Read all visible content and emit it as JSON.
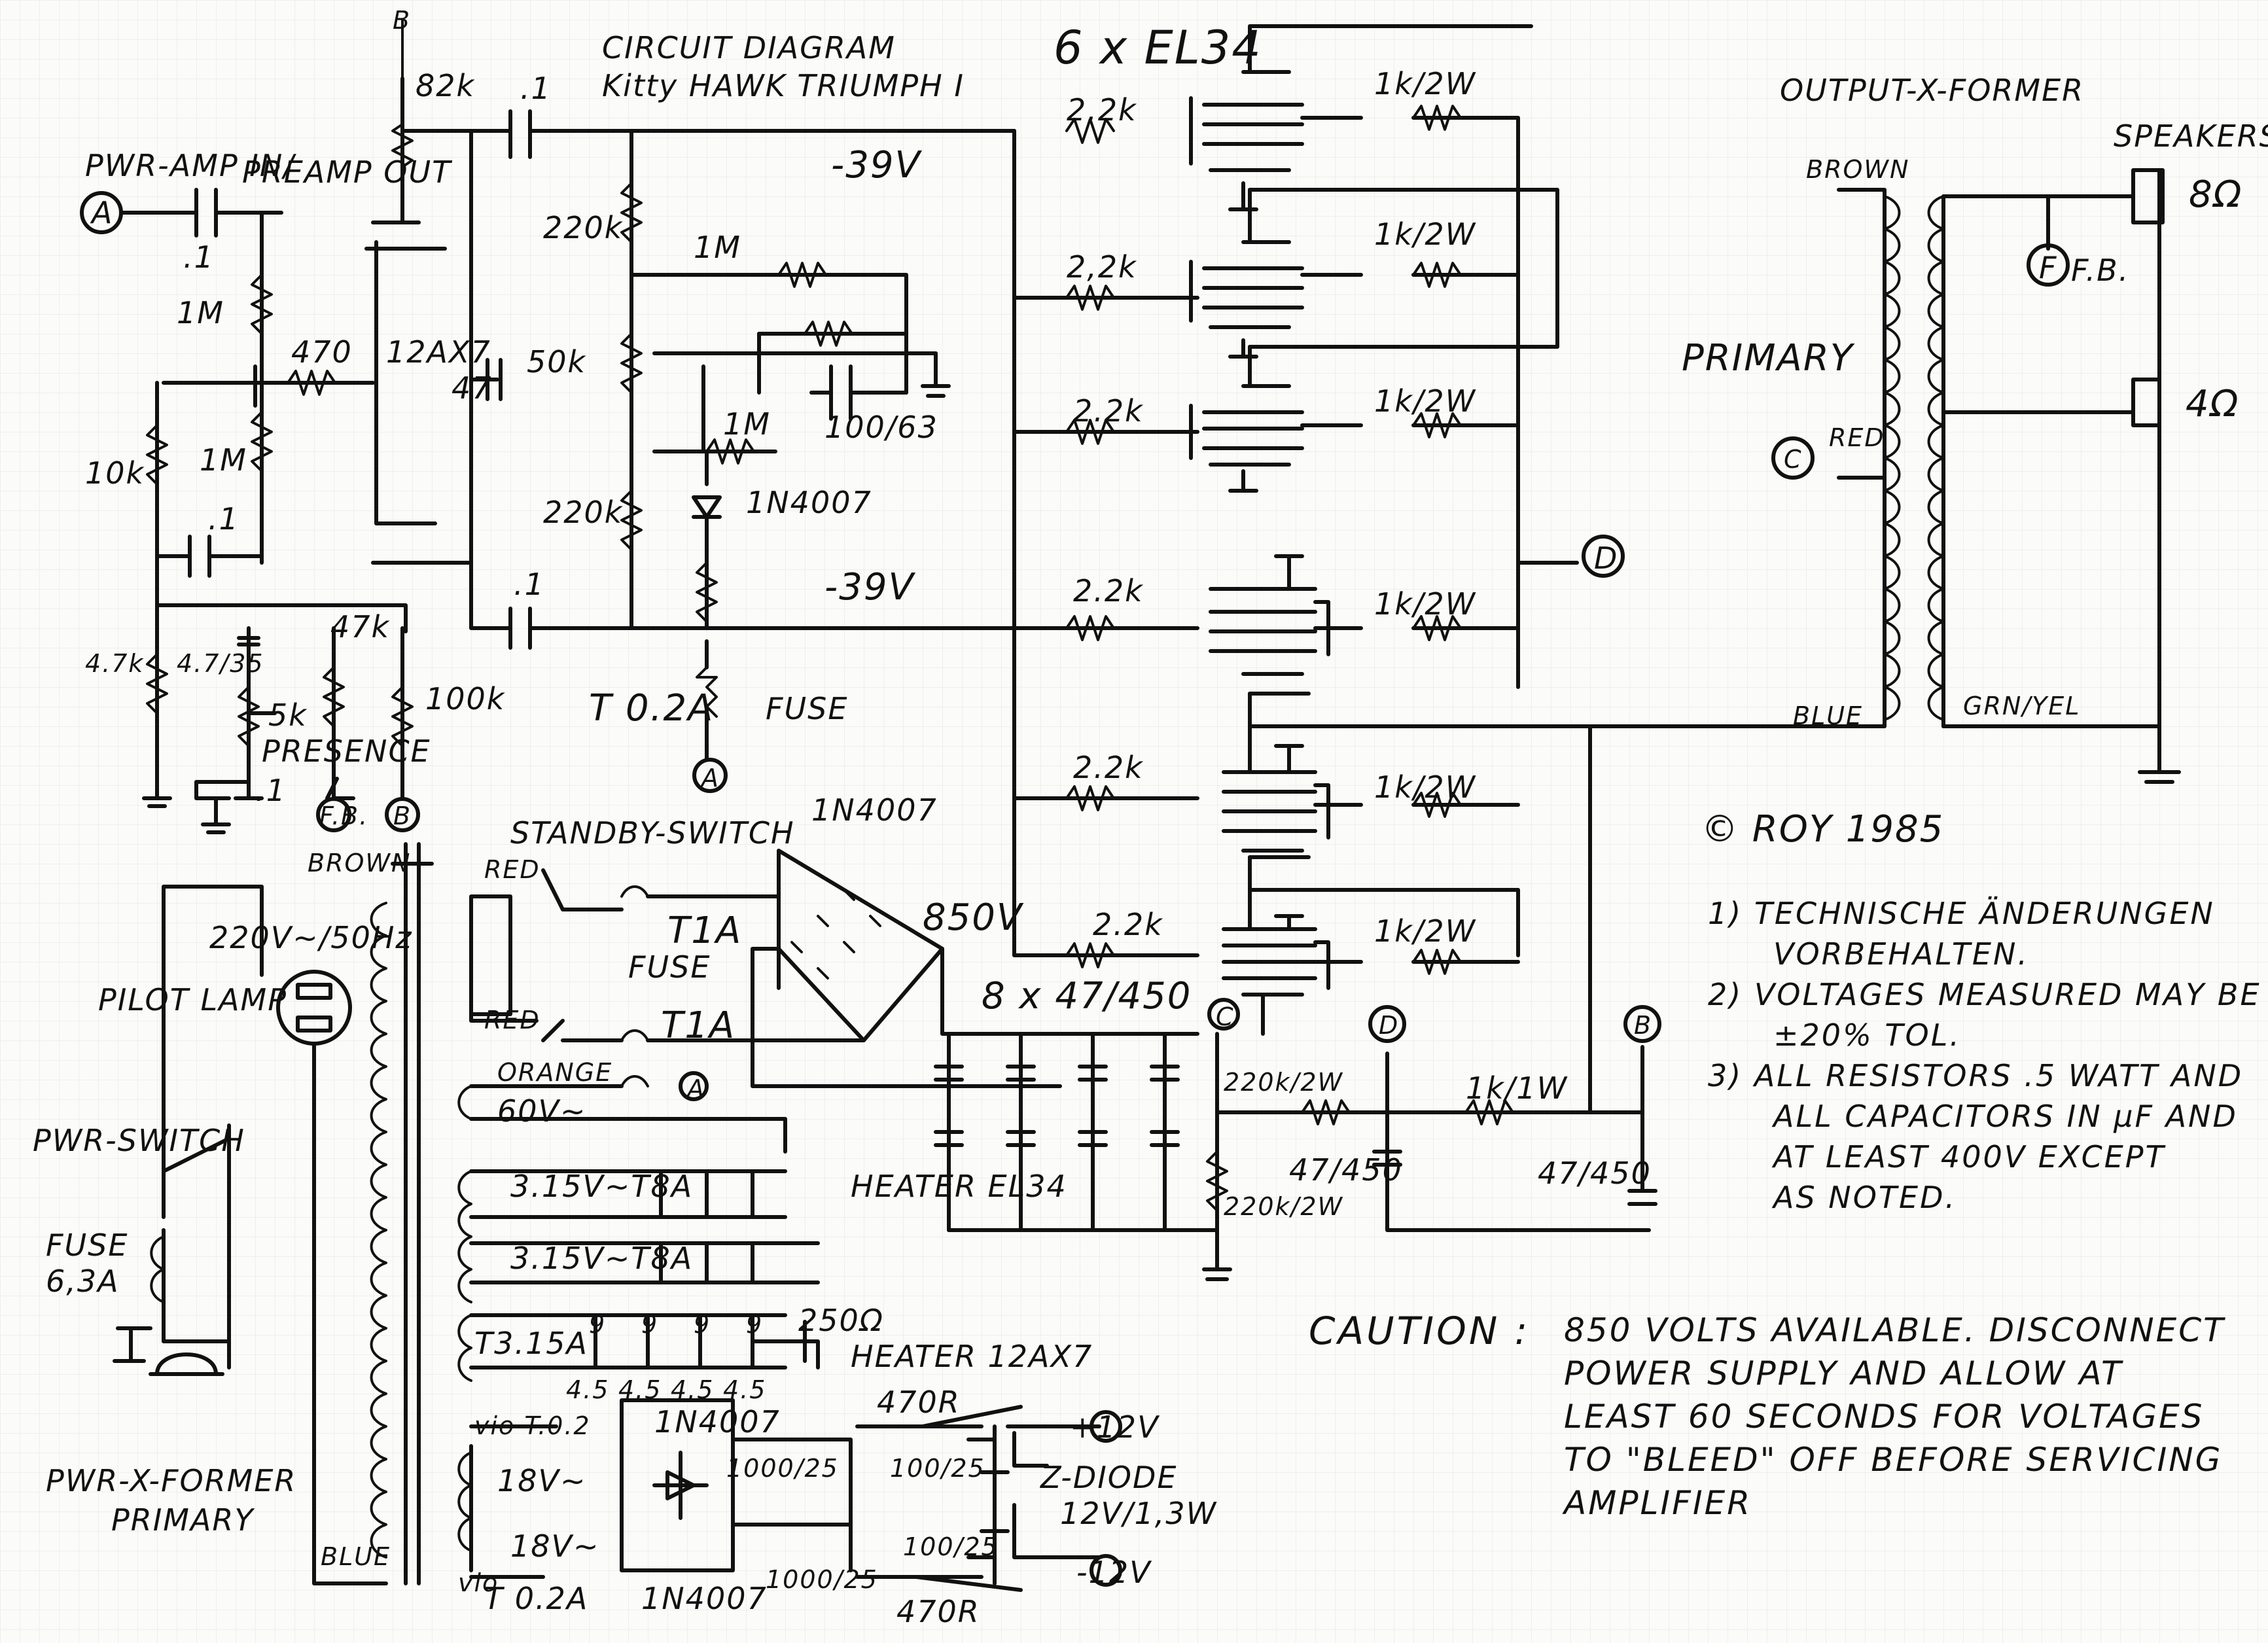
{
  "header": {
    "title_line1": "CIRCUIT DIAGRAM",
    "title_line2": "Kitty HAWK TRIUMPH I",
    "tubes": "6 x EL34",
    "output_xformer": "OUTPUT-X-FORMER",
    "speakers": "SPEAKERS"
  },
  "labels": {
    "pwr_amp_in": "PWR-AMP IN/",
    "preamp_out": "PREAMP OUT",
    "tube_12ax7": "12AX7",
    "r_82k": "82k",
    "c_01_top": ".1",
    "c_01_in": ".1",
    "c_01_mid": ".1",
    "c_01_low": ".1",
    "r_1m_a": "1M",
    "r_1m_b": "1M",
    "r_1m_c": "1M",
    "r_1m_d": "1M",
    "r_470": "470",
    "c_47": "47",
    "r_10k": "10k",
    "r_220k_a": "220k",
    "r_220k_b": "220k",
    "pot_50k": "50k",
    "c_100_63": "100/63",
    "diode_1n4007_a": "1N4007",
    "v_neg39_a": "-39V",
    "v_neg39_b": "-39V",
    "r_47k": "4.7k",
    "c_47_35": "4.7/35",
    "r_47k_b": "47k",
    "pot_5k": "5k",
    "presence": "PRESENCE",
    "c_01_pres": ".1",
    "r_100k": "100k",
    "fuse_t02a": "T 0.2A",
    "fuse_word": "FUSE",
    "r_22k_1": "2,2k",
    "r_22k_2": "2,2k",
    "r_22k_3": "2.2k",
    "r_22k_4": "2.2k",
    "r_22k_5": "2.2k",
    "r_22k_6": "2.2k",
    "r_1k2w_1": "1k/2W",
    "r_1k2w_2": "1k/2W",
    "r_1k2w_3": "1k/2W",
    "r_1k2w_4": "1k/2W",
    "r_1k2w_5": "1k/2W",
    "r_1k2w_6": "1k/2W",
    "brown_out": "BROWN",
    "primary": "PRIMARY",
    "red_out": "RED",
    "blue_out": "BLUE",
    "grn_yel": "GRN/YEL",
    "ohm8": "8Ω",
    "ohm4": "4Ω",
    "fb_spk": "F.B.",
    "copyright": "© ROY 1985",
    "standby": "STANDBY-SWITCH",
    "diode_1n4007_b": "1N4007",
    "v_850": "850V",
    "red1": "RED",
    "red2": "RED",
    "fuse_t1a_1": "T1A",
    "fuse_t1a_word": "FUSE",
    "fuse_t1a_2": "T1A",
    "caps_8x": "8 x 47/450",
    "orange": "ORANGE",
    "v60": "60V~",
    "heater1": "3.15V~T8A",
    "heater2": "3.15V~T8A",
    "heater_el34": "HEATER EL34",
    "r_220k2w_a": "220k/2W",
    "r_220k2w_b": "220k/2W",
    "r_1k1w": "1k/1W",
    "c_47_450_a": "47/450",
    "c_47_450_b": "47/450",
    "brown_pwr": "BROWN",
    "mains": "220V~/50Hz",
    "pilot_lamp": "PILOT LAMP",
    "pwr_switch": "PWR-SWITCH",
    "fuse_63": "FUSE",
    "fuse_63_val": "6,3A",
    "pwr_xformer": "PWR-X-FORMER",
    "pwr_primary": "PRIMARY",
    "blue_pwr": "BLUE",
    "t315a": "T3.15A",
    "pot_250": "250Ω",
    "heater_12ax7": "HEATER 12AX7",
    "r_45_a": "4.5",
    "r_45_b": "4.5",
    "r_45_c": "4.5",
    "r_45_d": "4.5",
    "r_9_a": "9",
    "r_9_b": "9",
    "r_9_c": "9",
    "r_9_d": "9",
    "vio_t02": "vio T.0.2",
    "diode_1n4007_c": "1N4007",
    "v18_a": "18V~",
    "v18_b": "18V~",
    "vio": "vio",
    "t02a_bottom": "T 0.2A",
    "diode_1n4007_d": "1N4007",
    "r_470r_a": "470R",
    "r_470r_b": "470R",
    "c_1000_25_a": "1000/25",
    "c_1000_25_b": "1000/25",
    "c_100_25_a": "100/25",
    "c_100_25_b": "100/25",
    "z_diode": "Z-DIODE",
    "z_spec": "12V/1,3W",
    "v_plus12": "+12V",
    "v_minus12": "-12V"
  },
  "nodes": {
    "a1": "A",
    "a2": "A",
    "a3": "A",
    "b1": "B",
    "b2": "B",
    "b3": "B",
    "c1": "C",
    "c2": "C",
    "d1": "D",
    "d2": "D",
    "fb1": "F.B.",
    "fb2": "F"
  },
  "notes": {
    "n1_l1": "1) TECHNISCHE ÄNDERUNGEN",
    "n1_l2": "VORBEHALTEN.",
    "n2_l1": "2) VOLTAGES MEASURED MAY BE",
    "n2_l2": "±20% TOL.",
    "n3_l1": "3) ALL RESISTORS .5 WATT AND",
    "n3_l2": "ALL CAPACITORS IN µF AND",
    "n3_l3": "AT LEAST 400V EXCEPT",
    "n3_l4": "AS NOTED."
  },
  "caution": {
    "word": "CAUTION :",
    "l1": "850 VOLTS AVAILABLE. DISCONNECT",
    "l2": "POWER SUPPLY AND ALLOW AT",
    "l3": "LEAST 60 SECONDS FOR VOLTAGES",
    "l4": "TO \"BLEED\" OFF BEFORE SERVICING",
    "l5": "AMPLIFIER"
  }
}
